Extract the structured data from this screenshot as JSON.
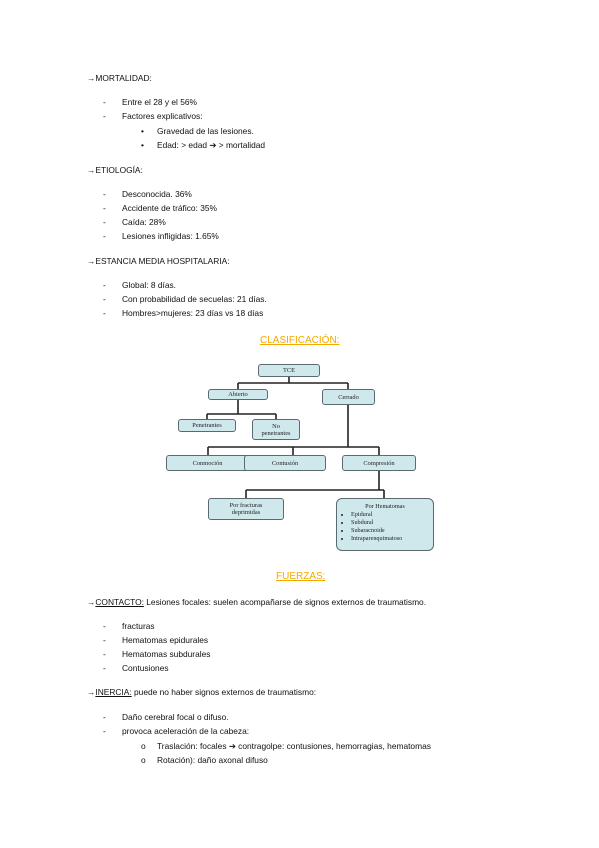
{
  "mortalidad": {
    "heading": "→MORTALIDAD:",
    "items": [
      "Entre el 28 y el 56%",
      "Factores explicativos:"
    ],
    "sub": [
      "Gravedad de las lesiones.",
      "Edad: > edad ➔ > mortalidad"
    ]
  },
  "etiologia": {
    "heading": "→ETIOLOGÍA:",
    "items": [
      "Desconocida. 36%",
      "Accidente de tráfico: 35%",
      "Caída: 28%",
      "Lesiones infligidas: 1.65%"
    ]
  },
  "estancia": {
    "heading": "→ESTANCIA MEDIA HOSPITALARIA:",
    "items": [
      "Global: 8 días.",
      "Con probabilidad de secuelas: 21 días.",
      "Hombres>mujeres: 23 días vs 18 días"
    ]
  },
  "clasificacion": {
    "title": "CLASIFICACIÓN:",
    "diagram": {
      "tce": "TCE",
      "abierto": "Abierto",
      "cerrado": "Cerrado",
      "penetrantes": "Penetrantes",
      "no_penetrantes": "No penetrantes",
      "conmocion": "Conmoción",
      "contusion": "Contusión",
      "compresion": "Compresión",
      "por_fracturas": "Por fracturas deprimidas",
      "por_hematomas": "Por Hematomas",
      "hematomas": [
        "Epidural",
        "Subdural",
        "Subaracnoide",
        "Intraparenquimatoso"
      ]
    }
  },
  "fuerzas": {
    "title": "FUERZAS:",
    "contacto": {
      "arrow": "→",
      "label": "CONTACTO:",
      "text": " Lesiones focales: suelen acompañarse de signos externos de traumatismo.",
      "items": [
        "fracturas",
        "Hematomas epidurales",
        "Hematomas subdurales",
        "Contusiones"
      ]
    },
    "inercia": {
      "arrow": "→",
      "label": "INERCIA:",
      "text": " puede no haber signos externos de traumatismo:",
      "items": [
        "Daño cerebral focal o difuso.",
        "provoca aceleración de la cabeza:"
      ],
      "sub": [
        "Traslación: focales ➔ contragolpe: contusiones, hemorragias, hematomas",
        "Rotación): daño axonal difuso"
      ]
    }
  },
  "symbols": {
    "dash": "-",
    "bullet": "•",
    "circle": "o"
  }
}
